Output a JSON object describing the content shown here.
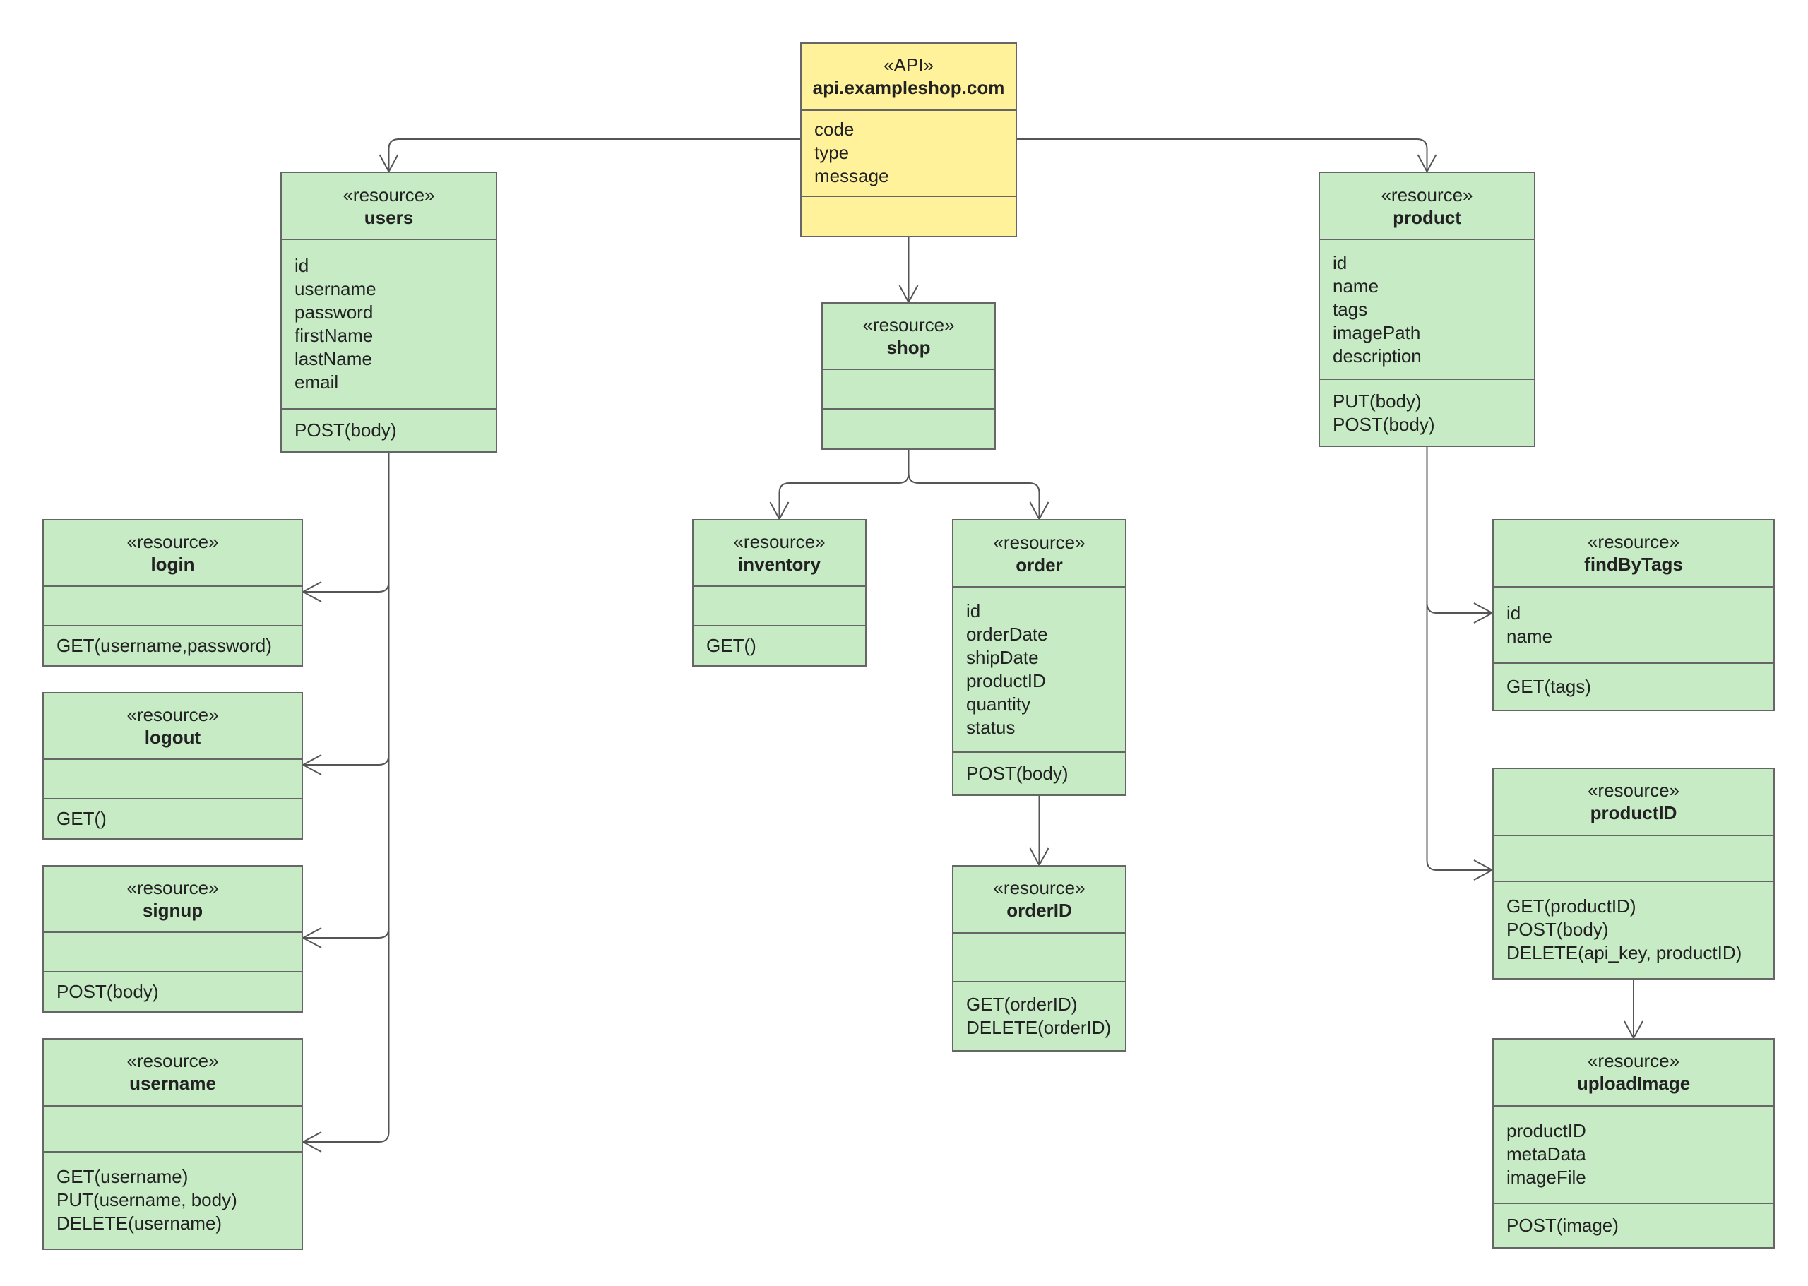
{
  "colors": {
    "api_fill": "#fff29b",
    "resource_fill": "#c6ebc5",
    "border": "#666666",
    "line": "#555555"
  },
  "boxes": {
    "api": {
      "stereotype": "«API»",
      "name": "api.exampleshop.com",
      "attributes": [
        "code",
        "type",
        "message"
      ],
      "methods": []
    },
    "users": {
      "stereotype": "«resource»",
      "name": "users",
      "attributes": [
        "id",
        "username",
        "password",
        "firstName",
        "lastName",
        "email"
      ],
      "methods": [
        "POST(body)"
      ]
    },
    "shop": {
      "stereotype": "«resource»",
      "name": "shop",
      "attributes": [],
      "methods": []
    },
    "product": {
      "stereotype": "«resource»",
      "name": "product",
      "attributes": [
        "id",
        "name",
        "tags",
        "imagePath",
        "description"
      ],
      "methods": [
        "PUT(body)",
        "POST(body)"
      ]
    },
    "login": {
      "stereotype": "«resource»",
      "name": "login",
      "attributes": [],
      "methods": [
        "GET(username,password)"
      ]
    },
    "logout": {
      "stereotype": "«resource»",
      "name": "logout",
      "attributes": [],
      "methods": [
        "GET()"
      ]
    },
    "signup": {
      "stereotype": "«resource»",
      "name": "signup",
      "attributes": [],
      "methods": [
        "POST(body)"
      ]
    },
    "username": {
      "stereotype": "«resource»",
      "name": "username",
      "attributes": [],
      "methods": [
        "GET(username)",
        "PUT(username, body)",
        "DELETE(username)"
      ]
    },
    "inventory": {
      "stereotype": "«resource»",
      "name": "inventory",
      "attributes": [],
      "methods": [
        "GET()"
      ]
    },
    "order": {
      "stereotype": "«resource»",
      "name": "order",
      "attributes": [
        "id",
        "orderDate",
        "shipDate",
        "productID",
        "quantity",
        "status"
      ],
      "methods": [
        "POST(body)"
      ]
    },
    "orderID": {
      "stereotype": "«resource»",
      "name": "orderID",
      "attributes": [],
      "methods": [
        "GET(orderID)",
        "DELETE(orderID)"
      ]
    },
    "findByTags": {
      "stereotype": "«resource»",
      "name": "findByTags",
      "attributes": [
        "id",
        "name"
      ],
      "methods": [
        "GET(tags)"
      ]
    },
    "productID": {
      "stereotype": "«resource»",
      "name": "productID",
      "attributes": [],
      "methods": [
        "GET(productID)",
        "POST(body)",
        "DELETE(api_key, productID)"
      ]
    },
    "uploadImage": {
      "stereotype": "«resource»",
      "name": "uploadImage",
      "attributes": [
        "productID",
        "metaData",
        "imageFile"
      ],
      "methods": [
        "POST(image)"
      ]
    }
  },
  "connections": [
    [
      "api",
      "users"
    ],
    [
      "api",
      "shop"
    ],
    [
      "api",
      "product"
    ],
    [
      "users",
      "login"
    ],
    [
      "users",
      "logout"
    ],
    [
      "users",
      "signup"
    ],
    [
      "users",
      "username"
    ],
    [
      "shop",
      "inventory"
    ],
    [
      "shop",
      "order"
    ],
    [
      "order",
      "orderID"
    ],
    [
      "product",
      "findByTags"
    ],
    [
      "product",
      "productID"
    ],
    [
      "productID",
      "uploadImage"
    ]
  ]
}
